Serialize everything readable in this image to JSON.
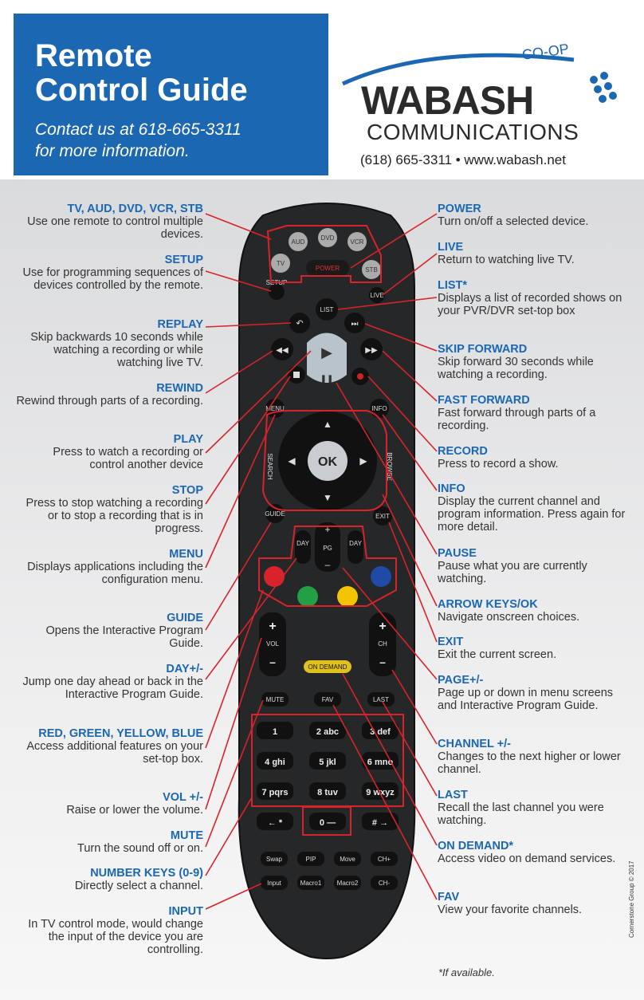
{
  "header": {
    "title_line1": "Remote",
    "title_line2": "Control Guide",
    "subtitle_line1": "Contact us at 618-665-3311",
    "subtitle_line2": "for more information."
  },
  "logo": {
    "coop": "CO-OP",
    "main": "WABASH",
    "sub": "COMMUNICATIONS"
  },
  "contact": "(618) 665-3311 • www.wabash.net",
  "left_labels": [
    {
      "h": "TV, AUD, DVD, VCR, STB",
      "d": "Use one remote to control multiple devices."
    },
    {
      "h": "SETUP",
      "d": "Use for programming sequences of devices controlled by the remote."
    },
    {
      "h": "REPLAY",
      "d": "Skip backwards 10 seconds while watching a recording or while watching live TV."
    },
    {
      "h": "REWIND",
      "d": "Rewind through parts of a recording."
    },
    {
      "h": "PLAY",
      "d": "Press to watch a recording or control another device"
    },
    {
      "h": "STOP",
      "d": "Press to stop watching a recording or to stop a recording that is in progress."
    },
    {
      "h": "MENU",
      "d": "Displays applications including the configuration menu."
    },
    {
      "h": "GUIDE",
      "d": "Opens the Interactive Program Guide."
    },
    {
      "h": "DAY+/-",
      "d": "Jump one day ahead or back in the Interactive Program Guide."
    },
    {
      "h": "RED, GREEN, YELLOW, BLUE",
      "d": "Access additional features on your set-top box."
    },
    {
      "h": "VOL +/-",
      "d": "Raise or lower the volume."
    },
    {
      "h": "MUTE",
      "d": "Turn the sound off or on."
    },
    {
      "h": "NUMBER KEYS (0-9)",
      "d": "Directly select a channel."
    },
    {
      "h": "INPUT",
      "d": "In TV control mode, would change the input of the device you are controlling."
    }
  ],
  "right_labels": [
    {
      "h": "POWER",
      "d": "Turn on/off a selected device."
    },
    {
      "h": "LIVE",
      "d": "Return to watching live TV."
    },
    {
      "h": "LIST*",
      "d": "Displays a list of recorded shows on your PVR/DVR set-top box"
    },
    {
      "h": "SKIP FORWARD",
      "d": "Skip forward 30 seconds while watching a recording."
    },
    {
      "h": "FAST FORWARD",
      "d": "Fast forward through parts of a recording."
    },
    {
      "h": "RECORD",
      "d": "Press to record a show."
    },
    {
      "h": "INFO",
      "d": "Display the current channel and program information. Press again for more detail."
    },
    {
      "h": "PAUSE",
      "d": "Pause what you are currently watching."
    },
    {
      "h": "ARROW KEYS/OK",
      "d": "Navigate onscreen choices."
    },
    {
      "h": "EXIT",
      "d": "Exit the current screen."
    },
    {
      "h": "PAGE+/-",
      "d": "Page up or down in menu screens and Interactive Program Guide."
    },
    {
      "h": "CHANNEL +/-",
      "d": "Changes to the next higher or lower channel."
    },
    {
      "h": "LAST",
      "d": "Recall the last channel you were watching."
    },
    {
      "h": "ON DEMAND*",
      "d": "Access video on demand services."
    },
    {
      "h": "FAV",
      "d": "View your favorite channels."
    }
  ],
  "remote": {
    "aud": "AUD",
    "dvd": "DVD",
    "vcr": "VCR",
    "tv": "TV",
    "power": "POWER",
    "stb": "STB",
    "setup": "SETUP",
    "live": "LIVE",
    "list": "LIST",
    "menu": "MENU",
    "info": "INFO",
    "search": "SEARCH",
    "browse": "BROWSE",
    "ok": "OK",
    "guide": "GUIDE",
    "exit": "EXIT",
    "day": "DAY",
    "pg": "PG",
    "vol": "VOL",
    "ch": "CH",
    "on_demand": "ON DEMAND",
    "mute": "MUTE",
    "fav": "FAV",
    "last": "LAST",
    "swap": "Swap",
    "pip": "PIP",
    "move": "Move",
    "ch_plus": "CH+",
    "input": "Input",
    "macro1": "Macro1",
    "macro2": "Macro2",
    "ch_minus": "CH-"
  },
  "footnote": "*If available.",
  "credit": "Cornerstone Group © 2017"
}
